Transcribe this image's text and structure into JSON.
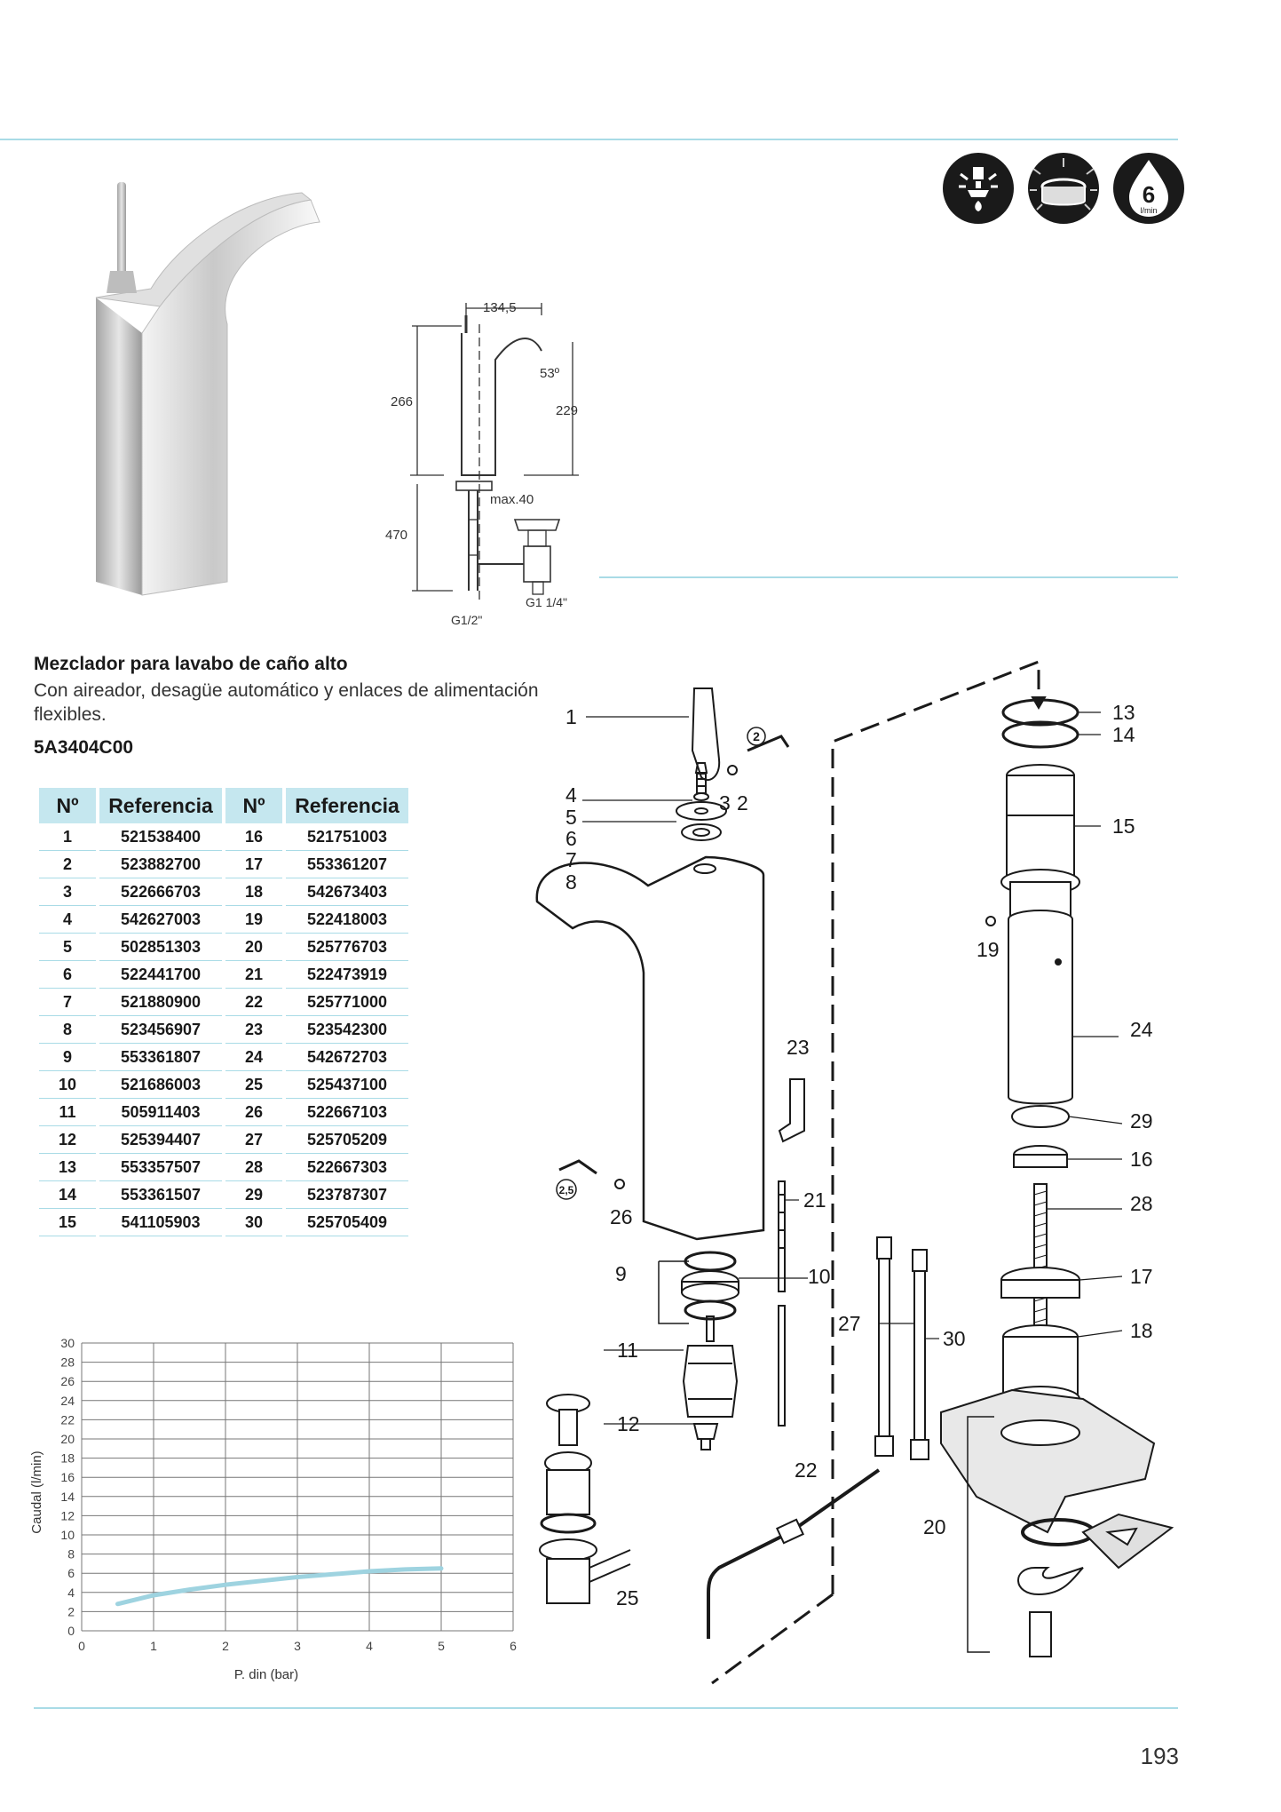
{
  "product": {
    "title": "Mezclador para lavabo de caño alto",
    "description": "Con aireador, desagüe automático y enlaces de alimentación flexibles.",
    "code": "5A3404C00"
  },
  "badges": [
    {
      "icon": "aerator-icon"
    },
    {
      "icon": "automatic-waste-icon"
    },
    {
      "icon": "flow-rate-icon",
      "value": "6",
      "unit": "l/min"
    }
  ],
  "dimensions": {
    "spout_reach": "134,5",
    "angle": "53º",
    "total_height": "266",
    "spout_height": "229",
    "deck_thickness": "max.40",
    "hose_length": "470",
    "inlet_thread": "G1/2\"",
    "waste_thread": "G1 1/4\""
  },
  "parts_table": {
    "headers": [
      "Nº",
      "Referencia",
      "Nº",
      "Referencia"
    ],
    "rows": [
      [
        "1",
        "521538400",
        "16",
        "521751003"
      ],
      [
        "2",
        "523882700",
        "17",
        "553361207"
      ],
      [
        "3",
        "522666703",
        "18",
        "542673403"
      ],
      [
        "4",
        "542627003",
        "19",
        "522418003"
      ],
      [
        "5",
        "502851303",
        "20",
        "525776703"
      ],
      [
        "6",
        "522441700",
        "21",
        "522473919"
      ],
      [
        "7",
        "521880900",
        "22",
        "525771000"
      ],
      [
        "8",
        "523456907",
        "23",
        "523542300"
      ],
      [
        "9",
        "553361807",
        "24",
        "542672703"
      ],
      [
        "10",
        "521686003",
        "25",
        "525437100"
      ],
      [
        "11",
        "505911403",
        "26",
        "522667103"
      ],
      [
        "12",
        "525394407",
        "27",
        "525705209"
      ],
      [
        "13",
        "553357507",
        "28",
        "522667303"
      ],
      [
        "14",
        "553361507",
        "29",
        "523787307"
      ],
      [
        "15",
        "541105903",
        "30",
        "525705409"
      ]
    ]
  },
  "tool_labels": [
    "2",
    "2,5"
  ],
  "part_labels": [
    "1",
    "2",
    "3",
    "4",
    "5",
    "6",
    "7",
    "8",
    "9",
    "10",
    "11",
    "12",
    "13",
    "14",
    "15",
    "16",
    "17",
    "18",
    "19",
    "20",
    "21",
    "22",
    "23",
    "24",
    "25",
    "26",
    "27",
    "28",
    "29",
    "30"
  ],
  "chart_data": {
    "type": "line",
    "xlabel": "P. din (bar)",
    "ylabel": "Caudal (l/min)",
    "xlim": [
      0,
      6
    ],
    "ylim": [
      0,
      30
    ],
    "xticks": [
      "0",
      "1",
      "2",
      "3",
      "4",
      "5",
      "6"
    ],
    "yticks": [
      "0",
      "2",
      "4",
      "6",
      "8",
      "10",
      "12",
      "14",
      "16",
      "18",
      "20",
      "22",
      "24",
      "26",
      "28",
      "30"
    ],
    "grid": true,
    "series": [
      {
        "color": "#9ed3e0",
        "x": [
          0.5,
          1,
          1.5,
          2,
          2.5,
          3,
          3.5,
          4,
          4.5,
          5
        ],
        "y": [
          2.8,
          3.7,
          4.3,
          4.8,
          5.2,
          5.6,
          5.9,
          6.2,
          6.4,
          6.5
        ]
      }
    ]
  },
  "page": {
    "number": "193"
  }
}
